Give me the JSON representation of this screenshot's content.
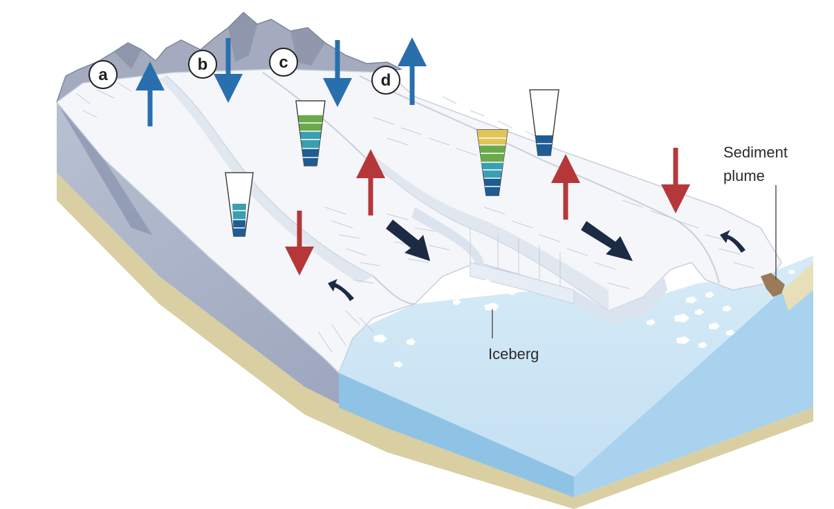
{
  "glaciers": [
    {
      "id": "a"
    },
    {
      "id": "b"
    },
    {
      "id": "c"
    },
    {
      "id": "d"
    }
  ],
  "labels": {
    "iceberg": "Iceberg",
    "sediment_line1": "Sediment",
    "sediment_line2": "plume"
  },
  "colors": {
    "blue_arrow": "#2a6fad",
    "red_arrow": "#b5373a",
    "flow_arrow": "#1c2a44",
    "ocean": "#cfe6f4",
    "ocean_edge": "#8fc3e6",
    "ice": "#f2f5f8",
    "rock": "#a9b1c4",
    "sediment": "#d9cfa3",
    "plume": "#9b7a57"
  },
  "icons": [
    "up-arrow",
    "down-arrow",
    "flow-arrow",
    "gauge-cup",
    "iceberg",
    "mountain"
  ]
}
